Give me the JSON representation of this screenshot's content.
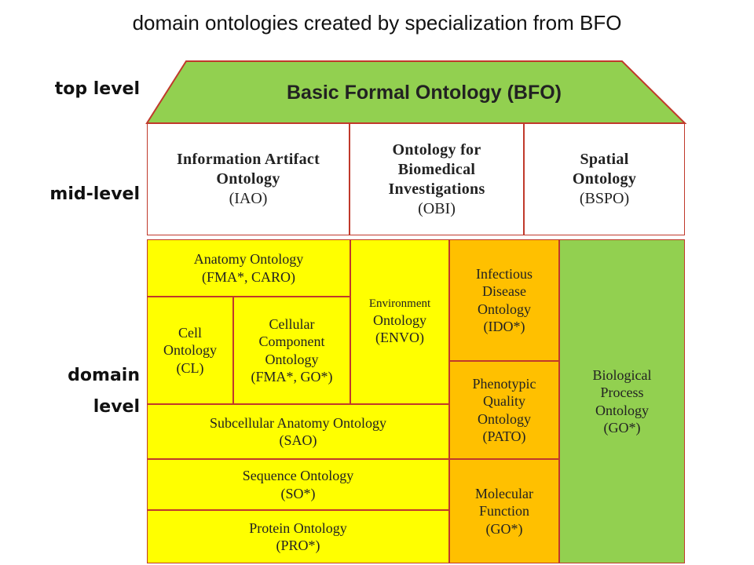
{
  "title": "domain ontologies created by specialization from BFO",
  "levels": {
    "top": "top level",
    "mid": "mid-level",
    "domain_line1": "domain",
    "domain_line2": "level"
  },
  "roof": {
    "label": "Basic Formal Ontology (BFO)",
    "color": "#92d050"
  },
  "mid_ontologies": [
    {
      "name": "Information Artifact Ontology",
      "abbr": "(IAO)"
    },
    {
      "name": "Ontology for Biomedical Investigations",
      "abbr": "(OBI)"
    },
    {
      "name": "Spatial Ontology",
      "abbr": "(BSPO)"
    }
  ],
  "domain_ontologies": {
    "anatomy": {
      "name": "Anatomy Ontology",
      "abbr": "(FMA*, CARO)"
    },
    "environment": {
      "prefix": "Environment",
      "name": "Ontology",
      "abbr": "(ENVO)"
    },
    "infectious": {
      "name": "Infectious Disease Ontology",
      "abbr": "(IDO*)"
    },
    "biological": {
      "name": "Biological Process Ontology",
      "abbr": "(GO*)"
    },
    "cell": {
      "name": "Cell Ontology",
      "abbr": "(CL)"
    },
    "cellular": {
      "name": "Cellular Component Ontology",
      "abbr": "(FMA*, GO*)"
    },
    "phenotypic": {
      "name": "Phenotypic Quality Ontology",
      "abbr": "(PATO)"
    },
    "subcellular": {
      "name": "Subcellular Anatomy Ontology",
      "abbr": "(SAO)"
    },
    "sequence": {
      "name": "Sequence Ontology",
      "abbr": "(SO*)"
    },
    "molecular": {
      "name": "Molecular Function",
      "abbr": "(GO*)"
    },
    "protein": {
      "name": "Protein Ontology",
      "abbr": "(PRO*)"
    }
  },
  "colors": {
    "border": "#c0392b",
    "yellow": "#ffff00",
    "orange": "#ffc000",
    "green": "#92d050"
  }
}
